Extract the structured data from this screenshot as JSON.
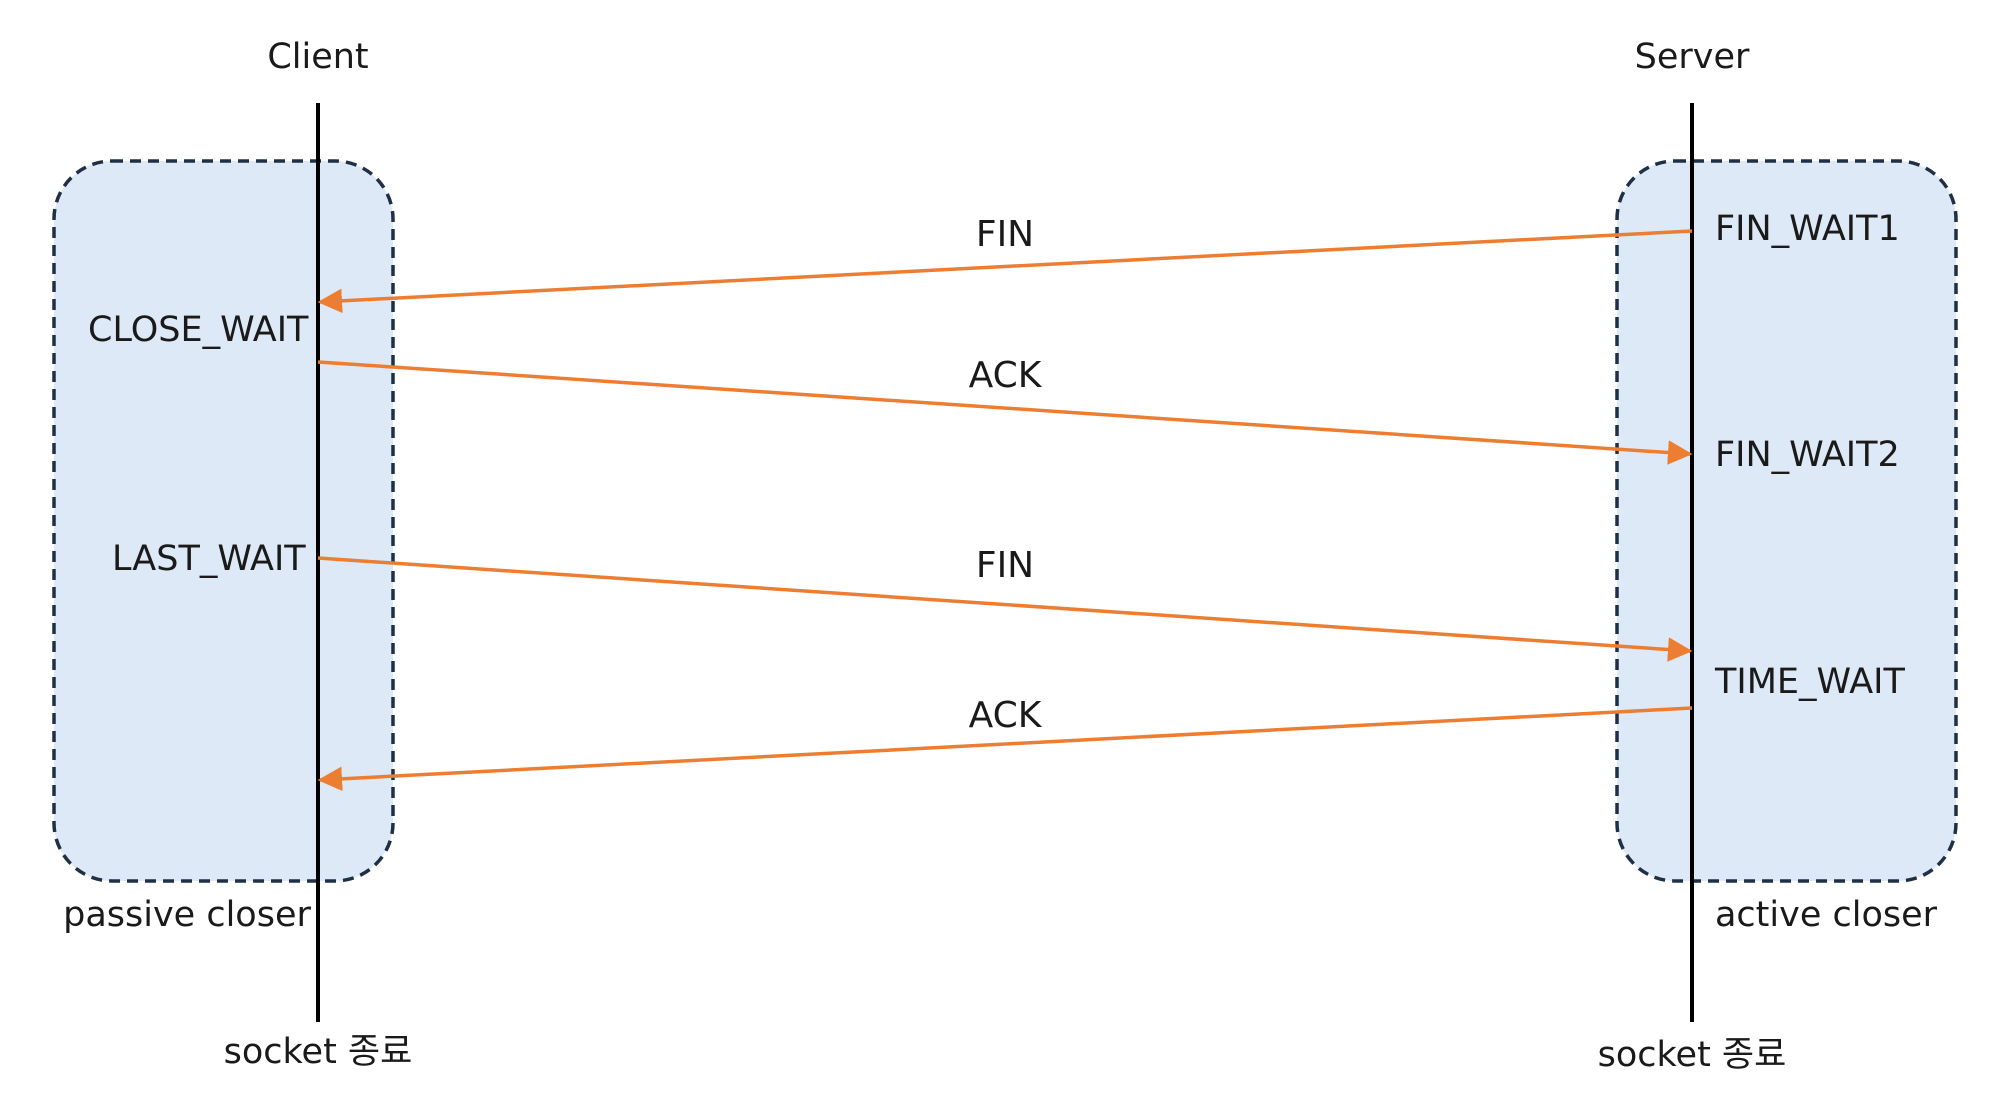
{
  "client": {
    "title": "Client",
    "role": "passive closer",
    "end": "socket 종료",
    "states": [
      "CLOSE_WAIT",
      "LAST_WAIT"
    ]
  },
  "server": {
    "title": "Server",
    "role": "active closer",
    "end": "socket 종료",
    "states": [
      "FIN_WAIT1",
      "FIN_WAIT2",
      "TIME_WAIT"
    ]
  },
  "messages": [
    {
      "label": "FIN",
      "direction": "server-to-client"
    },
    {
      "label": "ACK",
      "direction": "client-to-server"
    },
    {
      "label": "FIN",
      "direction": "client-to-server"
    },
    {
      "label": "ACK",
      "direction": "server-to-client"
    }
  ],
  "colors": {
    "box_fill": "#dde9f6",
    "box_border": "#1f3044",
    "arrow": "#ed7d31",
    "lifeline": "#000000",
    "text": "#1a1a1a"
  }
}
